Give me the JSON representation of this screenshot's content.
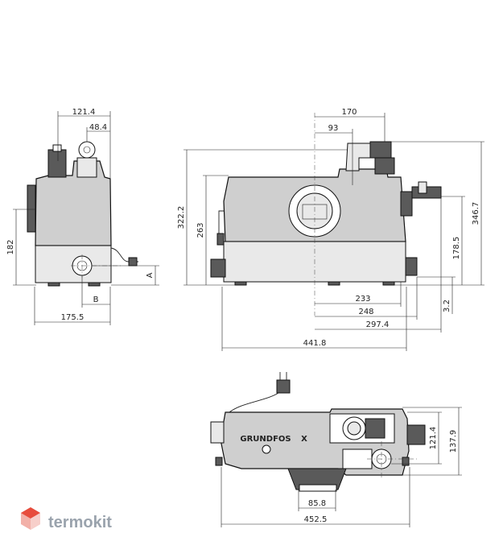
{
  "side_view": {
    "dim_width_top": "121.4",
    "dim_pipe_offset": "48.4",
    "dim_height": "182",
    "dim_a": "A",
    "dim_b": "B",
    "dim_base_width": "175.5"
  },
  "front_view": {
    "dim_170": "170",
    "dim_93": "93",
    "dim_322": "322.2",
    "dim_263": "263",
    "dim_346": "346.7",
    "dim_178": "178.5",
    "dim_233": "233",
    "dim_248": "248",
    "dim_297": "297.4",
    "dim_3_2": "3.2",
    "dim_441": "441.8"
  },
  "top_view": {
    "brand_label": "GRUNDFOS",
    "brand_suffix": "X",
    "dim_121": "121.4",
    "dim_137": "137.9",
    "dim_85": "85.8",
    "dim_452": "452.5"
  },
  "watermark": {
    "text": "termokit",
    "color": "#9aa3ad",
    "accent": "#e74c3c"
  }
}
